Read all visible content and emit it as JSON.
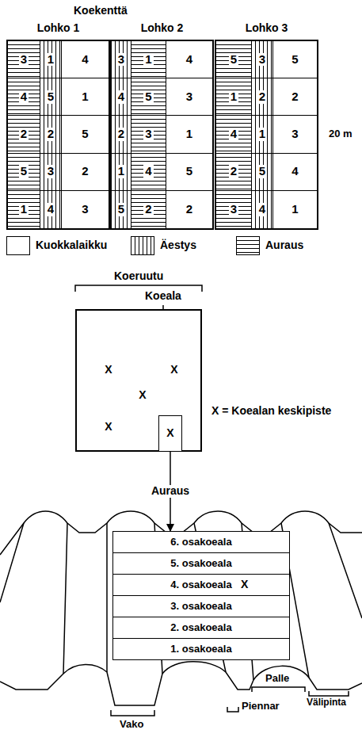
{
  "diagram": {
    "title": "Koekenttä",
    "nodes": [
      {
        "text": [
          "Lohko 1"
        ]
      },
      {
        "text": [
          "3"
        ],
        "in": 0
      },
      {
        "text": [
          "1"
        ],
        "in": 0
      },
      {
        "text": [
          "4"
        ],
        "in": 0
      },
      {
        "text": [
          "4"
        ],
        "in": 0
      },
      {
        "text": [
          "5"
        ],
        "in": 0
      },
      {
        "text": [
          "1"
        ],
        "in": 0
      },
      {
        "text": [
          "2"
        ],
        "in": 0
      },
      {
        "text": [
          "2"
        ],
        "in": 0
      },
      {
        "text": [
          "5"
        ],
        "in": 0
      },
      {
        "text": [
          "5"
        ],
        "in": 0
      },
      {
        "text": [
          "3"
        ],
        "in": 0
      },
      {
        "text": [
          "2"
        ],
        "in": 0
      },
      {
        "text": [
          "1"
        ],
        "in": 0
      },
      {
        "text": [
          "4"
        ],
        "in": 0
      },
      {
        "text": [
          "3"
        ],
        "in": 0
      },
      {
        "text": [
          "Lohko 2"
        ]
      },
      {
        "text": [
          "3"
        ],
        "in": 16
      },
      {
        "text": [
          "1"
        ],
        "in": 16
      },
      {
        "text": [
          "4"
        ],
        "in": 16
      },
      {
        "text": [
          "4"
        ],
        "in": 16
      },
      {
        "text": [
          "5"
        ],
        "in": 16
      },
      {
        "text": [
          "3"
        ],
        "in": 16
      },
      {
        "text": [
          "2"
        ],
        "in": 16
      },
      {
        "text": [
          "3"
        ],
        "in": 16
      },
      {
        "text": [
          "1"
        ],
        "in": 16
      },
      {
        "text": [
          "1"
        ],
        "in": 16
      },
      {
        "text": [
          "4"
        ],
        "in": 16
      },
      {
        "text": [
          "5"
        ],
        "in": 16
      },
      {
        "text": [
          "5"
        ],
        "in": 16
      },
      {
        "text": [
          "2"
        ],
        "in": 16
      },
      {
        "text": [
          "2"
        ],
        "in": 16
      },
      {
        "text": [
          "Lohko 3"
        ]
      },
      {
        "text": [
          "5"
        ],
        "in": 32
      },
      {
        "text": [
          "3"
        ],
        "in": 32
      },
      {
        "text": [
          "5"
        ],
        "in": 32
      },
      {
        "text": [
          "1"
        ],
        "in": 32
      },
      {
        "text": [
          "2"
        ],
        "in": 32
      },
      {
        "text": [
          "2"
        ],
        "in": 32
      },
      {
        "text": [
          "4"
        ],
        "in": 32
      },
      {
        "text": [
          "1"
        ],
        "in": 32
      },
      {
        "text": [
          "3"
        ],
        "in": 32
      },
      {
        "text": [
          "2"
        ],
        "in": 32
      },
      {
        "text": [
          "5"
        ],
        "in": 32
      },
      {
        "text": [
          "4"
        ],
        "in": 32
      },
      {
        "text": [
          "3"
        ],
        "in": 32
      },
      {
        "text": [
          "4"
        ],
        "in": 32
      },
      {
        "text": [
          "1"
        ],
        "in": 32
      },
      {
        "text": [
          "X",
          "X",
          "X",
          "X"
        ]
      },
      {
        "text": [
          "X"
        ],
        "in": 48
      },
      {
        "text": [
          "6. osakoeala"
        ]
      },
      {
        "text": [
          "5. osakoeala"
        ]
      },
      {
        "text": [
          "4. osakoeala"
        ]
      },
      {
        "text": [
          "3. osakoeala"
        ]
      },
      {
        "text": [
          "2. osakoeala"
        ]
      },
      {
        "text": [
          "1. osakoeala"
        ]
      }
    ],
    "edges": [
      {
        "from": 49,
        "to": 50,
        "label": "Auraus",
        "arrow": "to"
      }
    ],
    "labels": [
      "20 m",
      "Koeruutu",
      "Koeala",
      "X = Koealan keskipiste",
      "X",
      "Vako",
      "Piennar",
      "Palle",
      "Välipinta"
    ],
    "legend": [
      {
        "text": "Kuokkalaikku",
        "color": "#ffffff"
      },
      {
        "text": "Äestys"
      },
      {
        "text": "Auraus"
      }
    ]
  }
}
